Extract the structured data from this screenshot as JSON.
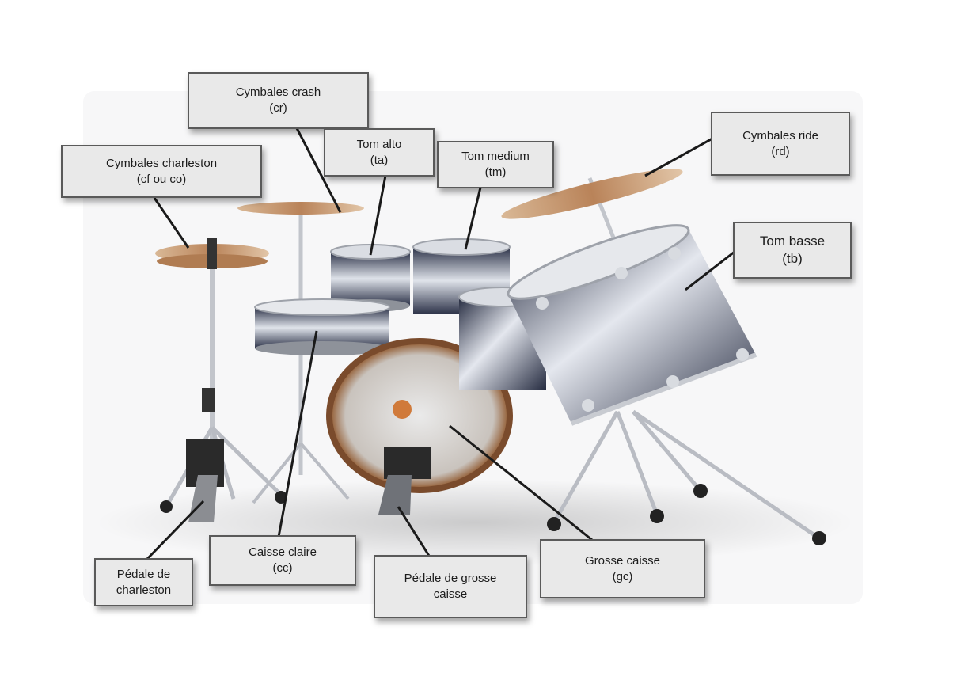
{
  "title": "",
  "labels": {
    "crash": {
      "line1": "Cymbales crash",
      "line2": "(cr)"
    },
    "charleston": {
      "line1": "Cymbales charleston",
      "line2": "(cf ou co)"
    },
    "tom_alto": {
      "line1": "Tom alto",
      "line2": "(ta)"
    },
    "tom_medium": {
      "line1": "Tom medium",
      "line2": "(tm)"
    },
    "ride": {
      "line1": "Cymbales ride",
      "line2": "(rd)"
    },
    "tom_basse": {
      "line1": "Tom basse",
      "line2": "(tb)"
    },
    "pedale_charleston": {
      "line1": "Pédale de",
      "line2": "charleston"
    },
    "caisse_claire": {
      "line1": "Caisse claire",
      "line2": "(cc)"
    },
    "pedale_grosse": {
      "line1": "Pédale de grosse",
      "line2": "caisse"
    },
    "grosse_caisse": {
      "line1": "Grosse caisse",
      "line2": "(gc)"
    }
  },
  "colors": {
    "box_fill": "#e9e9e9",
    "box_border": "#5a5a5a",
    "leader_line": "#1a1a1a",
    "drum_shell_dark": "#2e3550",
    "drum_shell_light": "#e9ecf2",
    "chrome": "#c9ccd2",
    "cymbal_bronze": "#c9a079"
  }
}
